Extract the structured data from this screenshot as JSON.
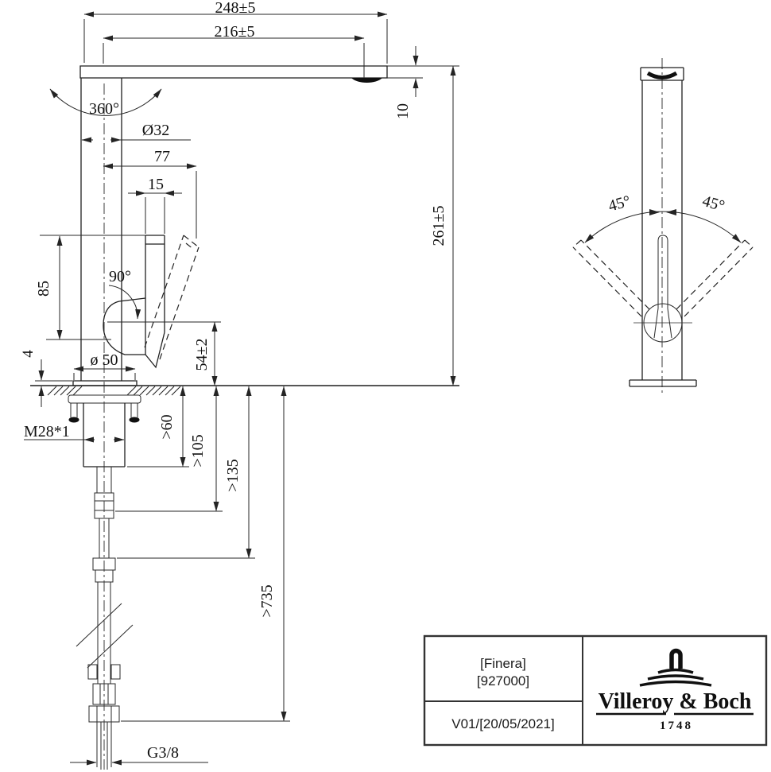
{
  "drawing": {
    "main_view": {
      "dims": {
        "total_reach": "248±5",
        "spout_reach": "216±5",
        "swivel_angle": "360°",
        "column_diameter": "Ø32",
        "handle_offset": "77",
        "handle_width": "15",
        "handle_height": "85",
        "handle_open_angle": "90°",
        "base_plate_height": "4",
        "base_diameter": "ø 50",
        "outlet_height": "54±2",
        "spout_thickness": "10",
        "total_height": "261±5",
        "thread": "M28*1",
        "clearance_60": ">60",
        "clearance_105": ">105",
        "clearance_135": ">135",
        "hose_length": ">735",
        "connection": "G3/8"
      }
    },
    "side_view": {
      "dims": {
        "handle_swing_left": "45°",
        "handle_swing_right": "45°"
      }
    },
    "title_block": {
      "product_name": "[Finera]",
      "product_number": "[927000]",
      "version_date": "V01/[20/05/2021]",
      "brand": "Villeroy & Boch",
      "brand_year": "1748"
    }
  }
}
